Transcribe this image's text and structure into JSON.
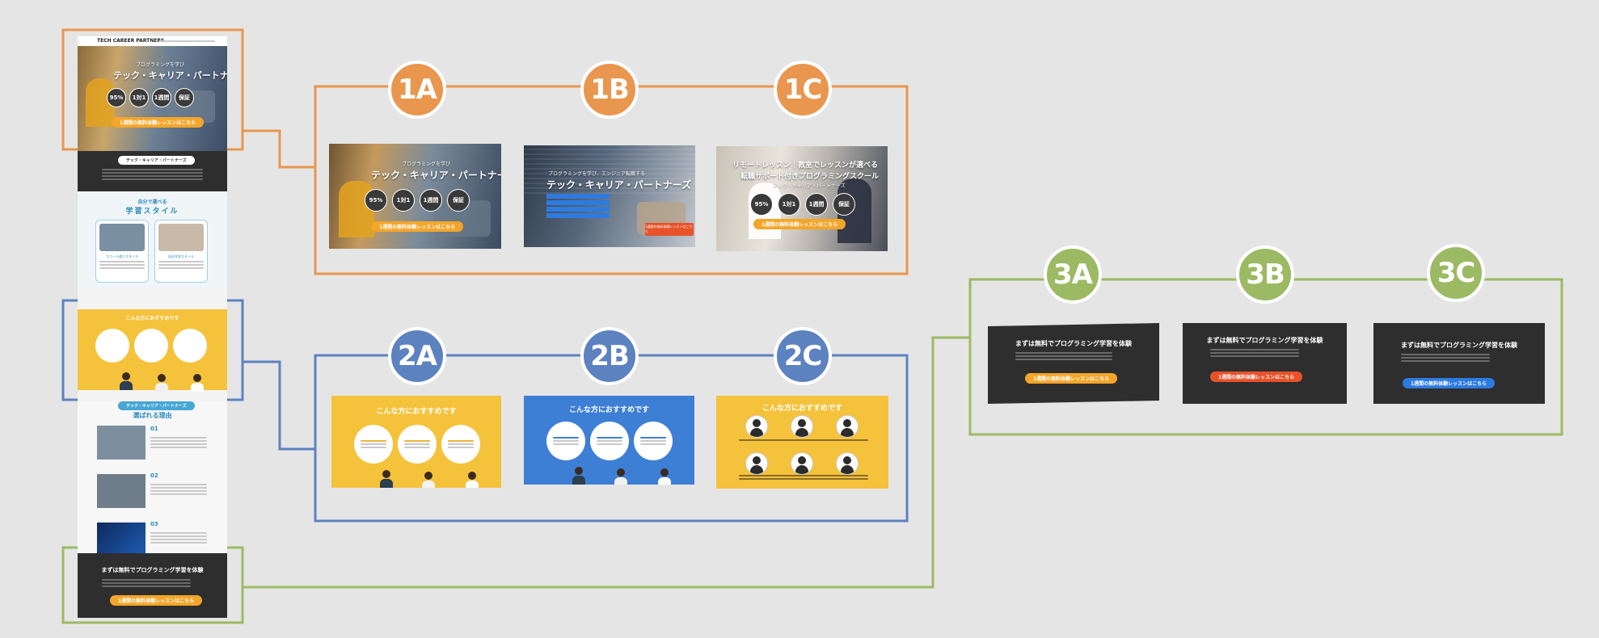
{
  "colors": {
    "orange": "#e9964e",
    "blue": "#5d82c0",
    "green": "#9cba63",
    "pill_orange": "#f4a62a",
    "pill_redorange": "#e8522a",
    "pill_blue": "#2d7be0",
    "yellow_bg": "#f5c23b",
    "blue_bg": "#3e7fd6"
  },
  "page": {
    "brand": "TECH CAREER PARTNERS",
    "hero_kicker": "プログラミングを学び",
    "hero_title": "テック・キャリア・パートナーズ",
    "stats": [
      {
        "value": "95%",
        "caption": ""
      },
      {
        "value": "1対1",
        "caption": ""
      },
      {
        "value": "1週間",
        "caption": ""
      },
      {
        "value": "保証",
        "caption": ""
      }
    ],
    "cta": "1週間の無料体験レッスンはこちら",
    "about_badge": "テック・キャリア・パートナーズ",
    "style_heading_small": "自分で選べる",
    "style_heading": "学習スタイル",
    "style_cards": [
      "スクール通うスタイル",
      "自分学習スタイル"
    ],
    "recommend_title": "こんな方におすすめです",
    "reasons_badge": "テック・キャリア・パートナーズ",
    "reasons_heading": "選ばれる理由",
    "reason_numbers": [
      "01",
      "02",
      "03"
    ],
    "bottom_title": "まずは無料でプログラミング学習を体験",
    "bottom_cta": "1週間の無料体験レッスンはこちら"
  },
  "variants": {
    "1A": {
      "label": "1A",
      "kicker": "プログラミングを学び",
      "title": "テック・キャリア・パートナーズ",
      "cta": "1週間の無料体験レッスンはこちら",
      "stats": [
        "95%",
        "1対1",
        "1週間",
        "保証"
      ]
    },
    "1B": {
      "label": "1B",
      "kicker": "プログラミングを学び、エンジニア転職する",
      "title": "テック・キャリア・パートナーズ",
      "cta": "1週間の無料体験レッスンはこちら"
    },
    "1C": {
      "label": "1C",
      "kicker": "リモートレッスン｜教室でレッスンが選べる",
      "title": "転職サポート付きプログラミングスクール",
      "sub": "テック・キャリア・パートナーズ",
      "cta": "1週間の無料体験レッスンはこちら",
      "stats": [
        "95%",
        "1対1",
        "1週間",
        "保証"
      ]
    },
    "2A": {
      "label": "2A",
      "title": "こんな方におすすめです"
    },
    "2B": {
      "label": "2B",
      "title": "こんな方におすすめです"
    },
    "2C": {
      "label": "2C",
      "title": "こんな方におすすめです"
    },
    "3A": {
      "label": "3A",
      "title": "まずは無料でプログラミング学習を体験",
      "cta": "1週間の無料体験レッスンはこちら"
    },
    "3B": {
      "label": "3B",
      "title": "まずは無料でプログラミング学習を体験",
      "cta": "1週間の無料体験レッスンはこちら"
    },
    "3C": {
      "label": "3C",
      "title": "まずは無料でプログラミング学習を体験",
      "cta": "1週間の無料体験レッスンはこちら"
    }
  }
}
